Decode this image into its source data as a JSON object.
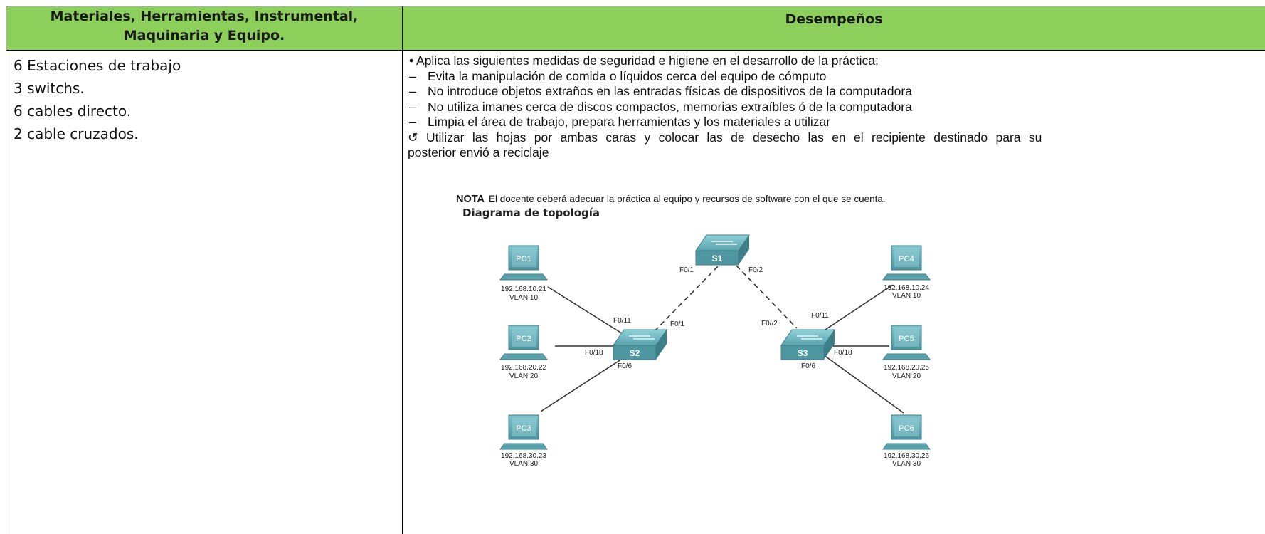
{
  "table": {
    "header_left": [
      "Materiales, Herramientas, Instrumental,",
      "Maquinaria y Equipo."
    ],
    "header_right": "Desempeños"
  },
  "materials": [
    "6 Estaciones de trabajo",
    "3 switchs.",
    "6 cables directo.",
    "2 cable cruzados."
  ],
  "desempenos": {
    "intro": "• Aplica las siguientes medidas de seguridad e higiene en el desarrollo de la práctica:",
    "items": [
      "Evita la manipulación de comida o líquidos cerca del equipo de cómputo",
      "No introduce objetos extraños en las entradas físicas de dispositivos de la computadora",
      "No utiliza imanes cerca de discos compactos, memorias extraíbles ó de la computadora",
      "Limpia el área de trabajo, prepara herramientas y los materiales a utilizar"
    ],
    "dash": "–",
    "recycle_line1": "↺ Utilizar las hojas por ambas caras y colocar las de desecho las en el recipiente destinado para su",
    "recycle_line2": "posterior envió a reciclaje",
    "nota_label": "NOTA",
    "nota_text": "El docente deberá adecuar la práctica al equipo y recursos de software con el que se cuenta."
  },
  "diagram": {
    "title": "Diagrama de topología",
    "switches": [
      {
        "id": "S1"
      },
      {
        "id": "S2"
      },
      {
        "id": "S3"
      }
    ],
    "pcs": [
      {
        "id": "PC1",
        "ip": "192.168.10.21",
        "vlan": "VLAN 10"
      },
      {
        "id": "PC2",
        "ip": "192.168.20.22",
        "vlan": "VLAN 20"
      },
      {
        "id": "PC3",
        "ip": "192.168.30.23",
        "vlan": "VLAN 30"
      },
      {
        "id": "PC4",
        "ip": "192.168.10.24",
        "vlan": "VLAN 10"
      },
      {
        "id": "PC5",
        "ip": "192.168.20.25",
        "vlan": "VLAN 20"
      },
      {
        "id": "PC6",
        "ip": "192.168.30.26",
        "vlan": "VLAN 30"
      }
    ],
    "ports": {
      "s1_left": "F0/1",
      "s1_right": "F0/2",
      "s2_up": "F0/1",
      "s2_pc1": "F0/11",
      "s2_pc2": "F0/18",
      "s2_pc3": "F0/6",
      "s3_up": "F0//2",
      "s3_pc4": "F0/11",
      "s3_pc5": "F0/18",
      "s3_pc6": "F0/6"
    },
    "colors": {
      "device": "#5aa3ad",
      "device_dark": "#3d7f89",
      "text": "#222222"
    }
  }
}
